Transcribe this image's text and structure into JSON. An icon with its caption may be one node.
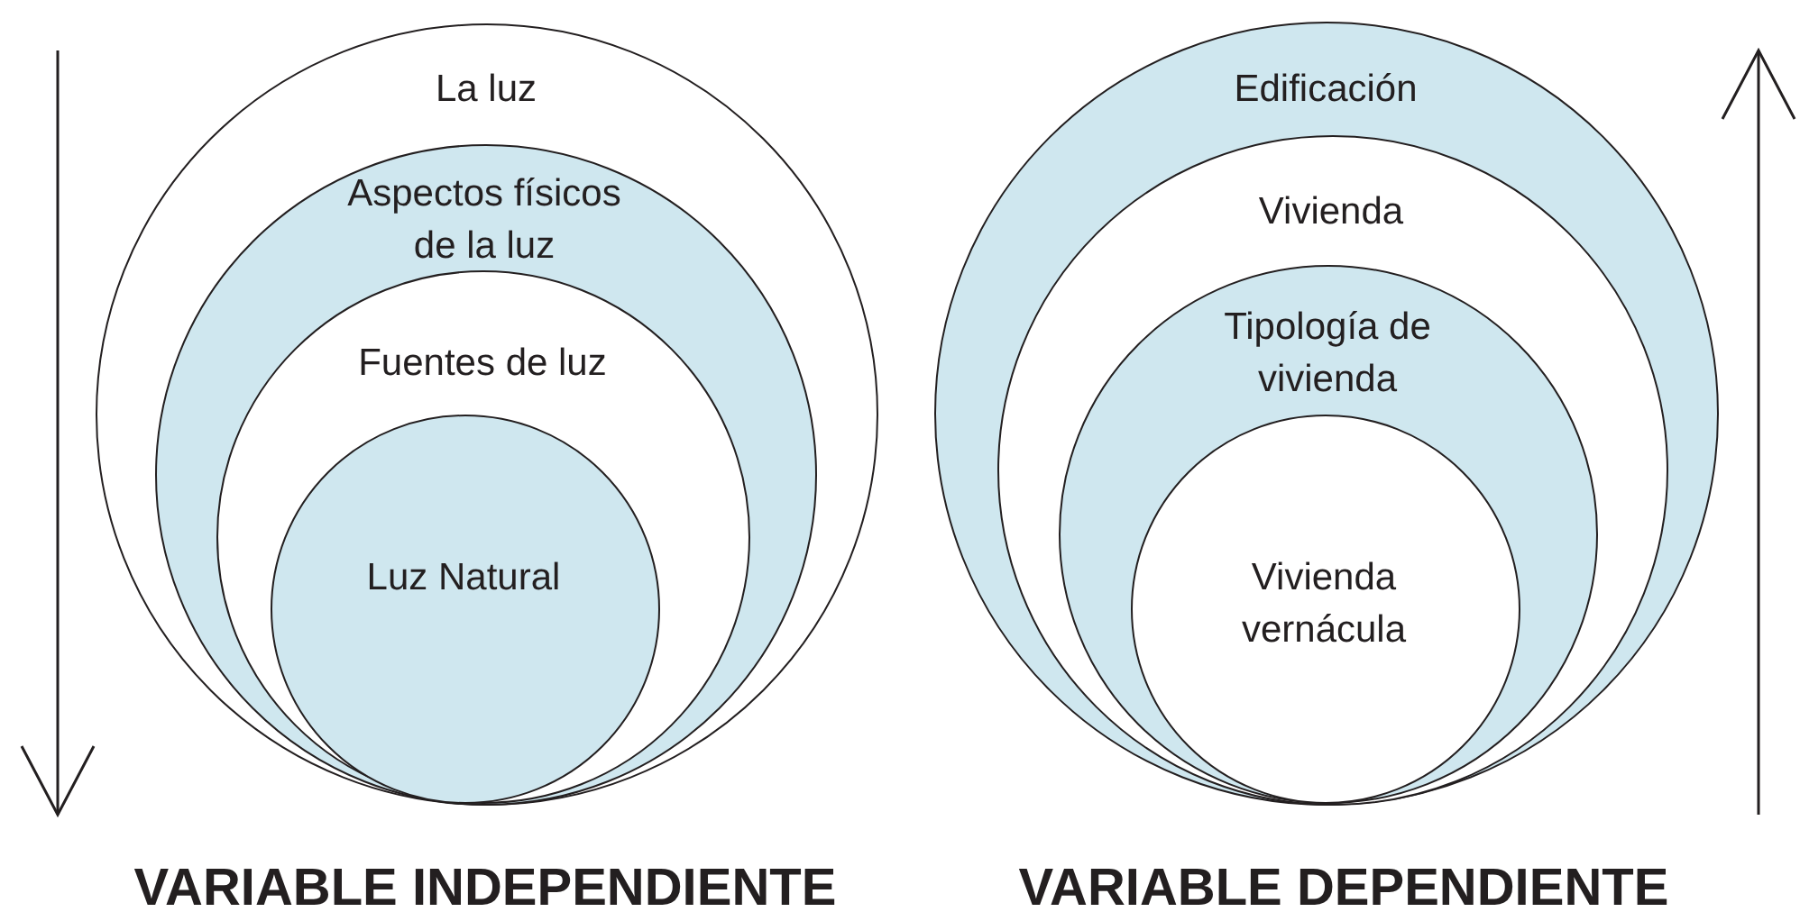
{
  "diagram": {
    "nodes": [
      {
        "text": [
          "La luz"
        ]
      },
      {
        "text": [
          "Aspectos físicos de la luz"
        ],
        "in": 0
      },
      {
        "text": [
          "Fuentes de luz"
        ],
        "in": 1
      },
      {
        "text": [
          "Luz Natural"
        ],
        "in": 2
      },
      {
        "text": [
          "Edificación"
        ]
      },
      {
        "text": [
          "Vivienda"
        ],
        "in": 4
      },
      {
        "text": [
          "Tipología de vivienda"
        ],
        "in": 5
      },
      {
        "text": [
          "Vivienda vernácula"
        ],
        "in": 6
      }
    ],
    "labels": [
      "VARIABLE INDEPENDIENTE",
      "VARIABLE DEPENDIENTE"
    ]
  }
}
